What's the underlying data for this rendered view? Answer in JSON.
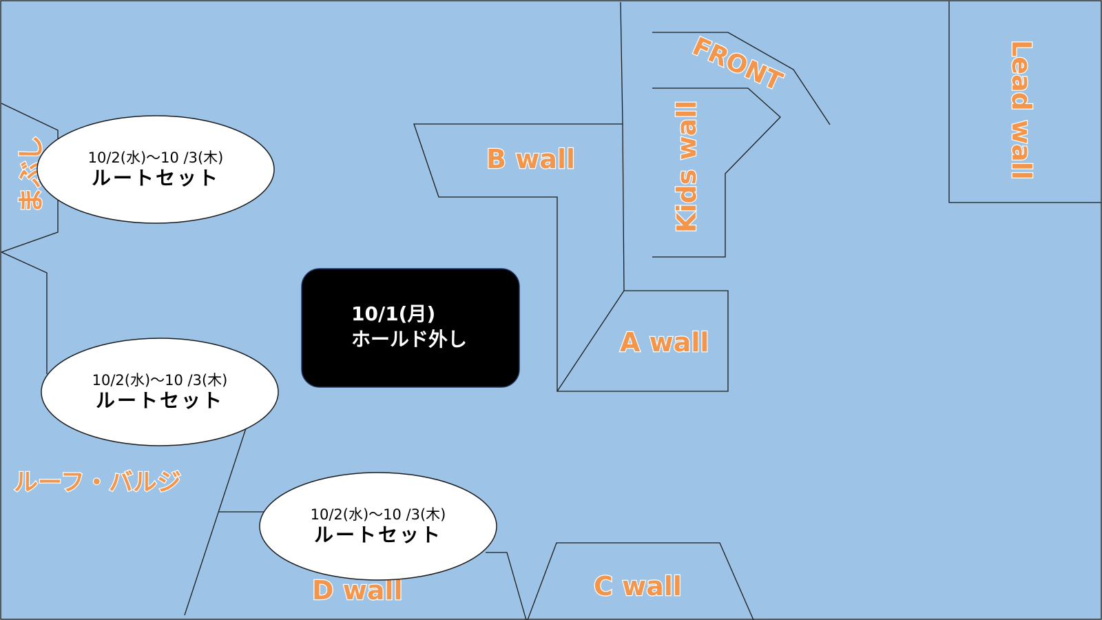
{
  "colors": {
    "floor": "#9dc3e6",
    "wall_label": "#f4954c",
    "notice_bg": "#000000",
    "notice_text": "#ffffff",
    "bubble_bg": "#ffffff"
  },
  "walls": {
    "b": "B wall",
    "a": "A wall",
    "c": "C wall",
    "d": "D wall",
    "kids": "Kids wall",
    "front": "FRONT",
    "lead": "Lead wall",
    "mabushi": "まぶし",
    "roof": "ルーフ・バルジ"
  },
  "notice": {
    "date": "10/1(月)",
    "task": "ホールド外し"
  },
  "route_sets": [
    {
      "date": "10/2(水)～10 /3(木)",
      "task": "ルートセット"
    },
    {
      "date": "10/2(水)～10 /3(木)",
      "task": "ルートセット"
    },
    {
      "date": "10/2(水)～10 /3(木)",
      "task": "ルートセット"
    }
  ]
}
